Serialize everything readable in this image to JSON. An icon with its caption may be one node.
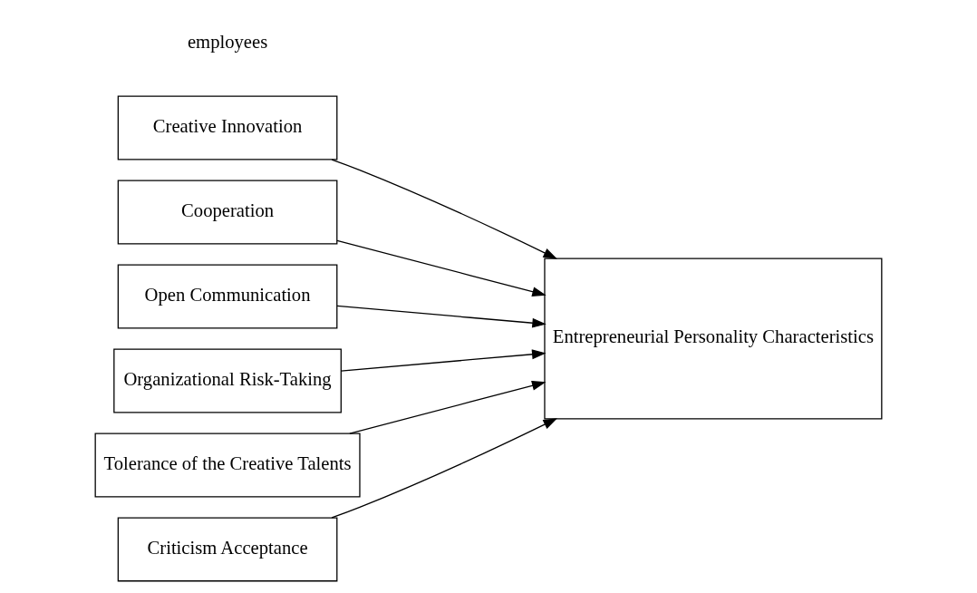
{
  "diagram": {
    "nodes": [
      {
        "text": [
          "Creative Innovation"
        ]
      },
      {
        "text": [
          "Cooperation"
        ]
      },
      {
        "text": [
          "Open Communication"
        ]
      },
      {
        "text": [
          "Organizational Risk-Taking"
        ]
      },
      {
        "text": [
          "Tolerance of the Creative Talents"
        ]
      },
      {
        "text": [
          "Criticism Acceptance"
        ]
      },
      {
        "text": [
          "Entrepreneurial Personality Characteristics"
        ]
      }
    ],
    "edges": [
      {
        "from": 0,
        "to": 6,
        "arrow": "to"
      },
      {
        "from": 1,
        "to": 6,
        "arrow": "to"
      },
      {
        "from": 2,
        "to": 6,
        "arrow": "to"
      },
      {
        "from": 3,
        "to": 6,
        "arrow": "to"
      },
      {
        "from": 4,
        "to": 6,
        "arrow": "to"
      },
      {
        "from": 5,
        "to": 6,
        "arrow": "to"
      }
    ],
    "labels": [
      "employees"
    ]
  }
}
